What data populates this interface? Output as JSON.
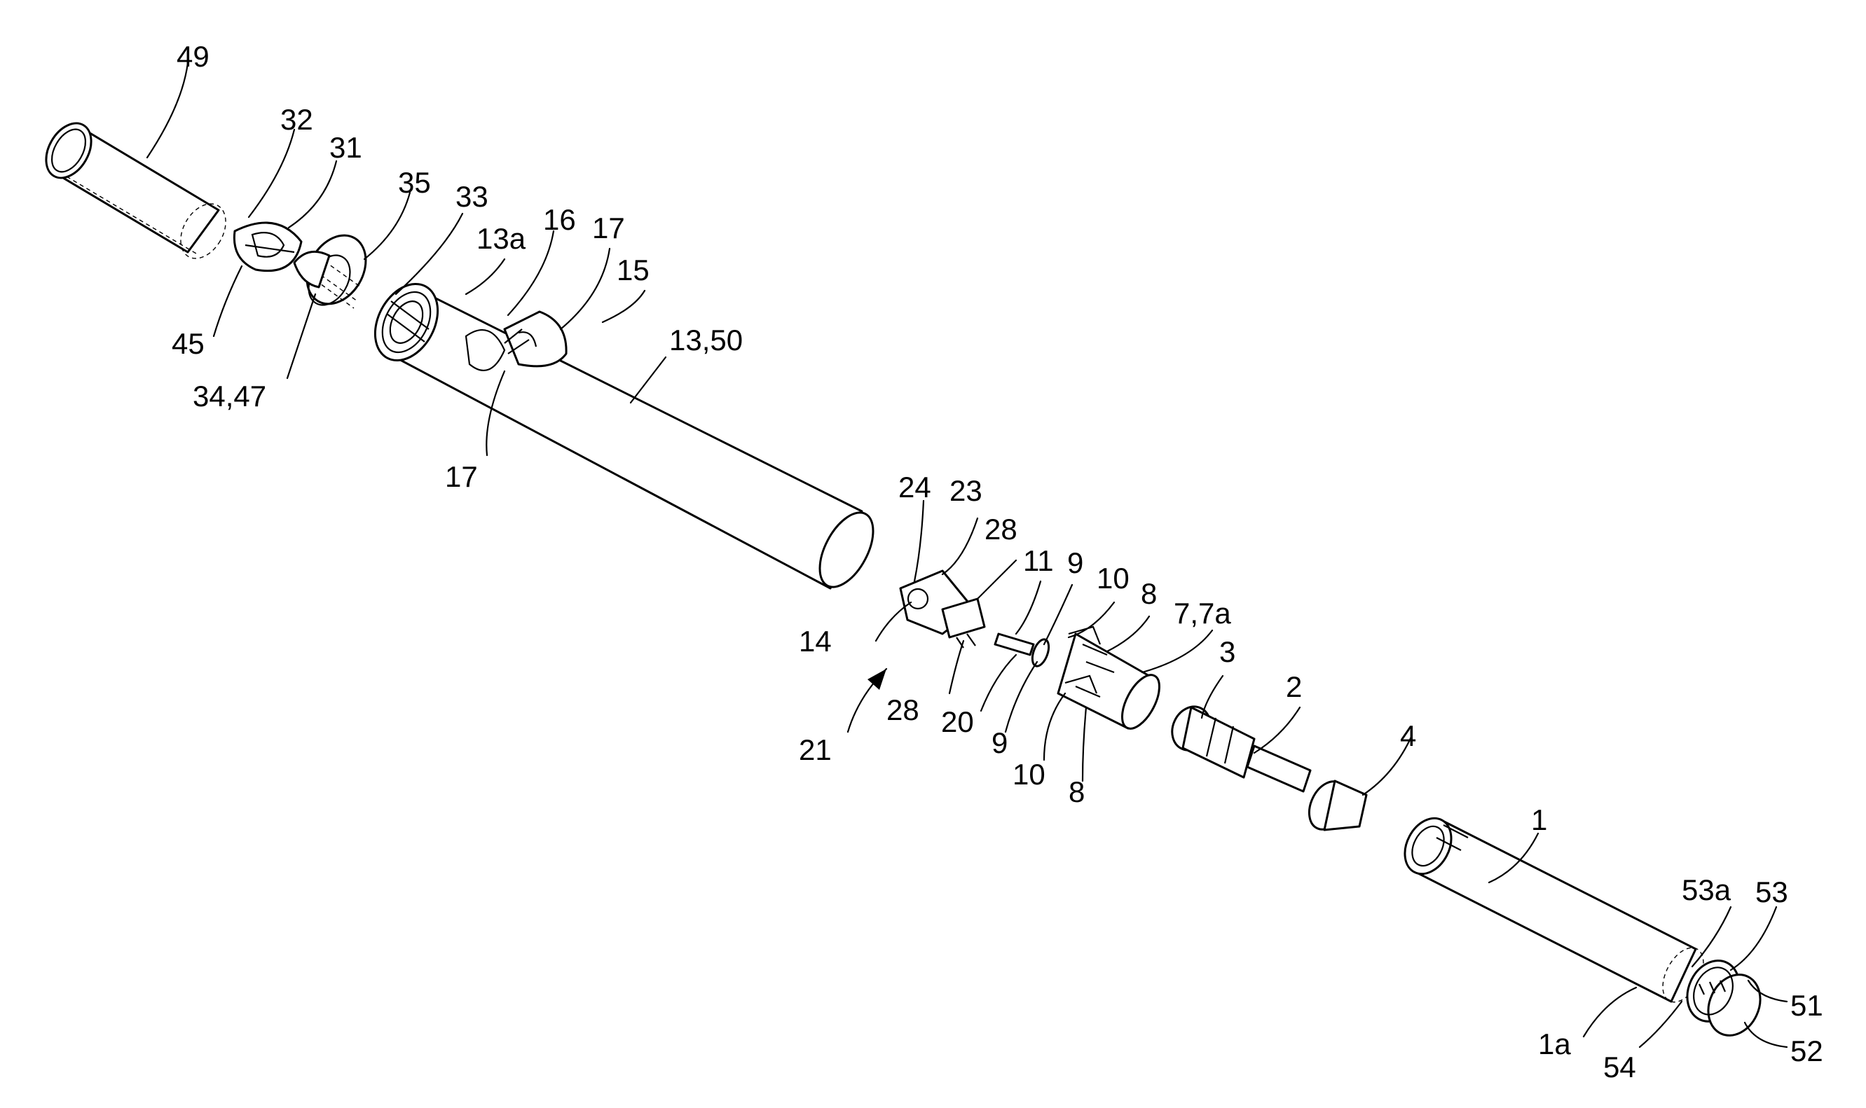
{
  "figure": {
    "labels": {
      "l49": "49",
      "l32": "32",
      "l31": "31",
      "l35": "35",
      "l33": "33",
      "l13a": "13a",
      "l16": "16",
      "l17top": "17",
      "l15": "15",
      "l1350": "13,50",
      "l45": "45",
      "l3447": "34,47",
      "l17bottom": "17",
      "l24": "24",
      "l23": "23",
      "l28top": "28",
      "l11": "11",
      "l9top": "9",
      "l10top": "10",
      "l8top": "8",
      "l77a": "7,7a",
      "l14": "14",
      "l3": "3",
      "l2": "2",
      "l28bottom": "28",
      "l20": "20",
      "l9bottom": "9",
      "l10bottom": "10",
      "l8bottom": "8",
      "l21": "21",
      "l4": "4",
      "l1": "1",
      "l53a": "53a",
      "l53": "53",
      "l51": "51",
      "l52": "52",
      "l1a": "1a",
      "l54": "54"
    }
  }
}
